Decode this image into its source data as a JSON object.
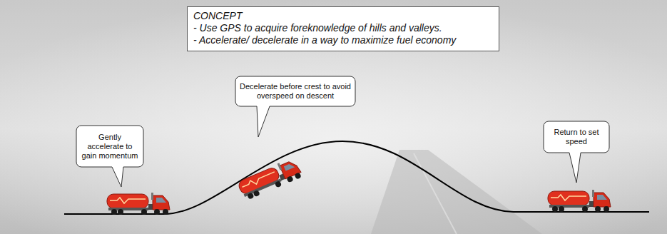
{
  "diagram": {
    "nodes": [
      {
        "text": [
          "CONCEPT",
          "- Use GPS to acquire foreknowledge of hills and valleys.",
          "- Accelerate/ decelerate in a way to maximize fuel economy"
        ]
      },
      {
        "text": [
          "Gently accelerate to gain momentum"
        ]
      },
      {
        "text": [
          "Decelerate before crest to avoid overspeed on descent"
        ]
      },
      {
        "text": [
          "Return to set speed"
        ]
      }
    ]
  }
}
